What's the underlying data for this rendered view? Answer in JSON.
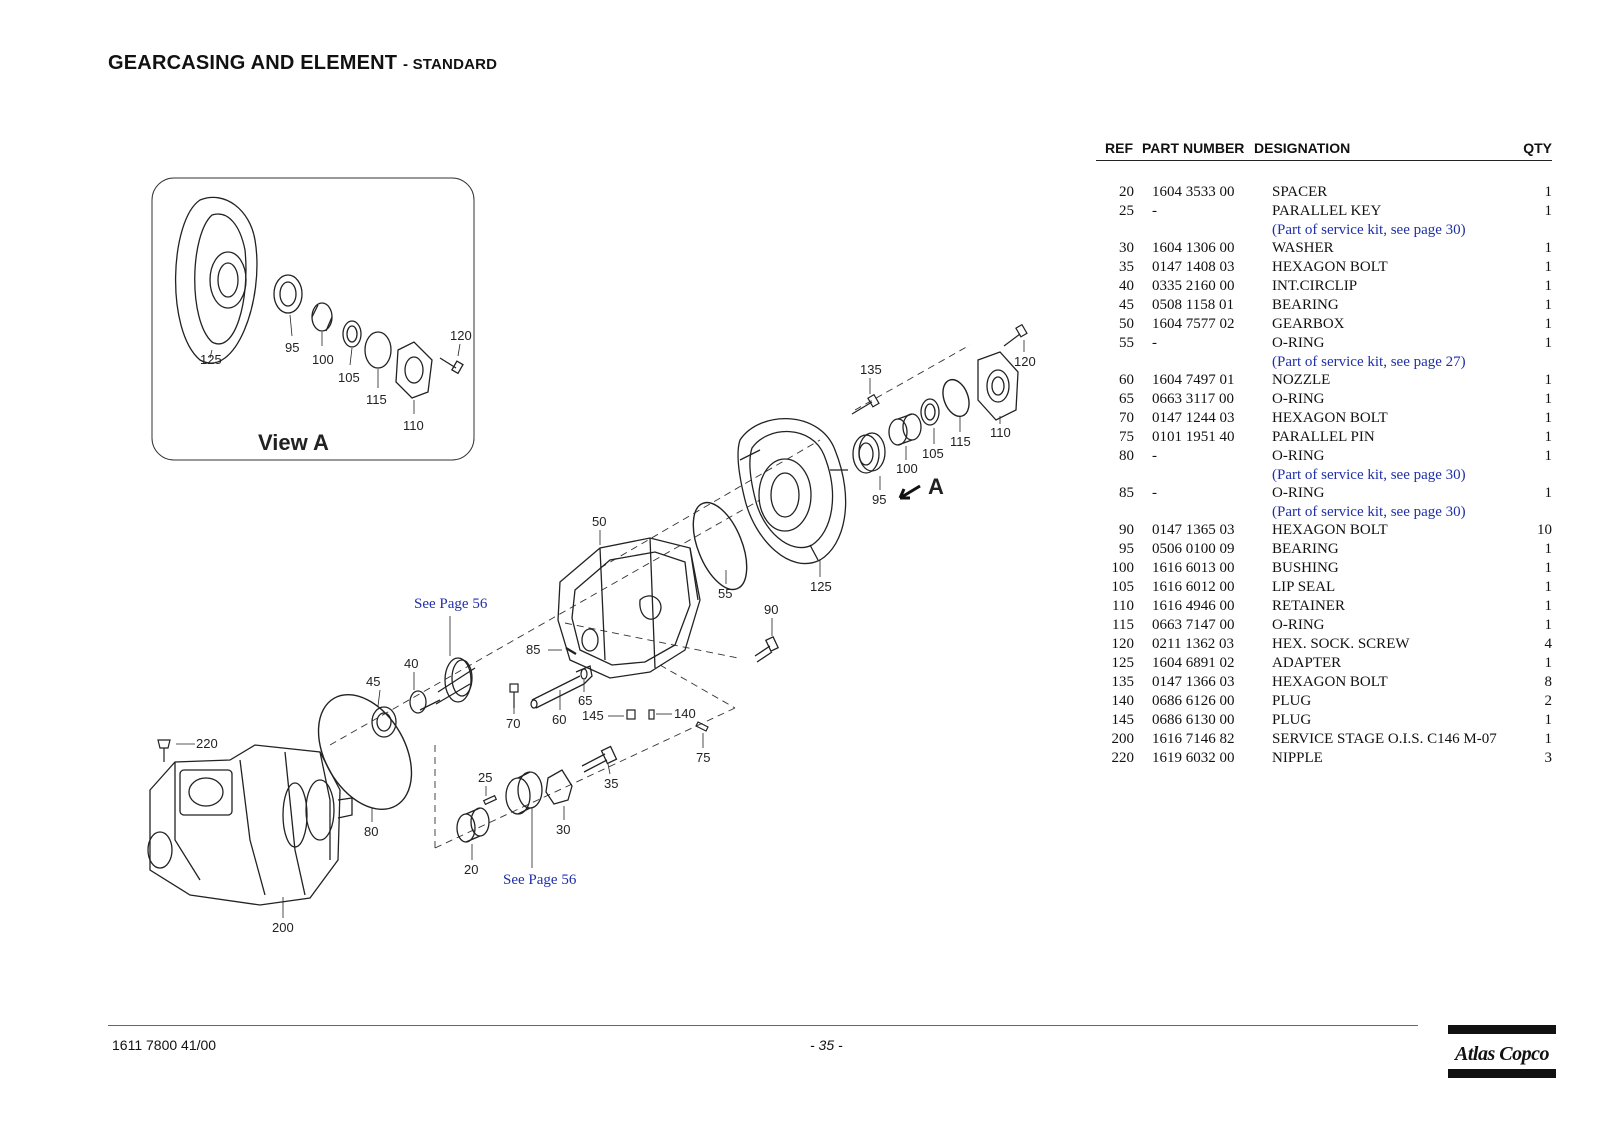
{
  "header": {
    "title": "GEARCASING AND ELEMENT",
    "subtitle": "- STANDARD"
  },
  "table": {
    "headers": {
      "ref": "REF",
      "part_number": "PART NUMBER",
      "designation": "DESIGNATION",
      "qty": "QTY"
    },
    "rows": [
      {
        "ref": "20",
        "pn": "1604 3533 00",
        "des": "SPACER",
        "qty": "1",
        "note": ""
      },
      {
        "ref": "25",
        "pn": "-",
        "des": "PARALLEL KEY",
        "qty": "1",
        "note": "(Part of service kit, see page 30)"
      },
      {
        "ref": "30",
        "pn": "1604 1306 00",
        "des": "WASHER",
        "qty": "1",
        "note": ""
      },
      {
        "ref": "35",
        "pn": "0147 1408 03",
        "des": "HEXAGON BOLT",
        "qty": "1",
        "note": ""
      },
      {
        "ref": "40",
        "pn": "0335 2160 00",
        "des": "INT.CIRCLIP",
        "qty": "1",
        "note": ""
      },
      {
        "ref": "45",
        "pn": "0508 1158 01",
        "des": "BEARING",
        "qty": "1",
        "note": ""
      },
      {
        "ref": "50",
        "pn": "1604 7577 02",
        "des": "GEARBOX",
        "qty": "1",
        "note": ""
      },
      {
        "ref": "55",
        "pn": "-",
        "des": "O-RING",
        "qty": "1",
        "note": "(Part of service kit, see page 27)"
      },
      {
        "ref": "60",
        "pn": "1604 7497 01",
        "des": "NOZZLE",
        "qty": "1",
        "note": ""
      },
      {
        "ref": "65",
        "pn": "0663 3117 00",
        "des": "O-RING",
        "qty": "1",
        "note": ""
      },
      {
        "ref": "70",
        "pn": "0147 1244 03",
        "des": "HEXAGON BOLT",
        "qty": "1",
        "note": ""
      },
      {
        "ref": "75",
        "pn": "0101 1951 40",
        "des": "PARALLEL PIN",
        "qty": "1",
        "note": ""
      },
      {
        "ref": "80",
        "pn": "-",
        "des": "O-RING",
        "qty": "1",
        "note": "(Part of service kit, see page 30)"
      },
      {
        "ref": "85",
        "pn": "-",
        "des": "O-RING",
        "qty": "1",
        "note": "(Part of service kit, see page 30)"
      },
      {
        "ref": "90",
        "pn": "0147 1365 03",
        "des": "HEXAGON BOLT",
        "qty": "10",
        "note": ""
      },
      {
        "ref": "95",
        "pn": "0506 0100 09",
        "des": "BEARING",
        "qty": "1",
        "note": ""
      },
      {
        "ref": "100",
        "pn": "1616 6013 00",
        "des": "BUSHING",
        "qty": "1",
        "note": ""
      },
      {
        "ref": "105",
        "pn": "1616 6012 00",
        "des": "LIP SEAL",
        "qty": "1",
        "note": ""
      },
      {
        "ref": "110",
        "pn": "1616 4946 00",
        "des": "RETAINER",
        "qty": "1",
        "note": ""
      },
      {
        "ref": "115",
        "pn": "0663 7147 00",
        "des": "O-RING",
        "qty": "1",
        "note": ""
      },
      {
        "ref": "120",
        "pn": "0211 1362 03",
        "des": "HEX. SOCK. SCREW",
        "qty": "4",
        "note": ""
      },
      {
        "ref": "125",
        "pn": "1604 6891 02",
        "des": "ADAPTER",
        "qty": "1",
        "note": ""
      },
      {
        "ref": "135",
        "pn": "0147 1366 03",
        "des": "HEXAGON BOLT",
        "qty": "8",
        "note": ""
      },
      {
        "ref": "140",
        "pn": "0686 6126 00",
        "des": "PLUG",
        "qty": "2",
        "note": ""
      },
      {
        "ref": "145",
        "pn": "0686 6130 00",
        "des": "PLUG",
        "qty": "1",
        "note": ""
      },
      {
        "ref": "200",
        "pn": "1616 7146 82",
        "des": "SERVICE STAGE O.I.S. C146 M-07",
        "qty": "1",
        "note": ""
      },
      {
        "ref": "220",
        "pn": "1619 6032 00",
        "des": "NIPPLE",
        "qty": "3",
        "note": ""
      }
    ]
  },
  "diagram": {
    "view_label": "View A",
    "view_arrow_label": "A",
    "see_page_top": "See Page 56",
    "see_page_bottom": "See Page 56",
    "callouts": {
      "c20": "20",
      "c25": "25",
      "c30": "30",
      "c35": "35",
      "c40": "40",
      "c45": "45",
      "c50": "50",
      "c55": "55",
      "c60": "60",
      "c65": "65",
      "c70": "70",
      "c75": "75",
      "c80": "80",
      "c85": "85",
      "c90": "90",
      "c95": "95",
      "c100": "100",
      "c105": "105",
      "c110": "110",
      "c115": "115",
      "c120": "120",
      "c125": "125",
      "c135": "135",
      "c140": "140",
      "c145": "145",
      "c200": "200",
      "c220": "220"
    }
  },
  "footer": {
    "doc_number": "1611 7800 41/00",
    "page": "- 35 -",
    "brand": "Atlas Copco"
  }
}
